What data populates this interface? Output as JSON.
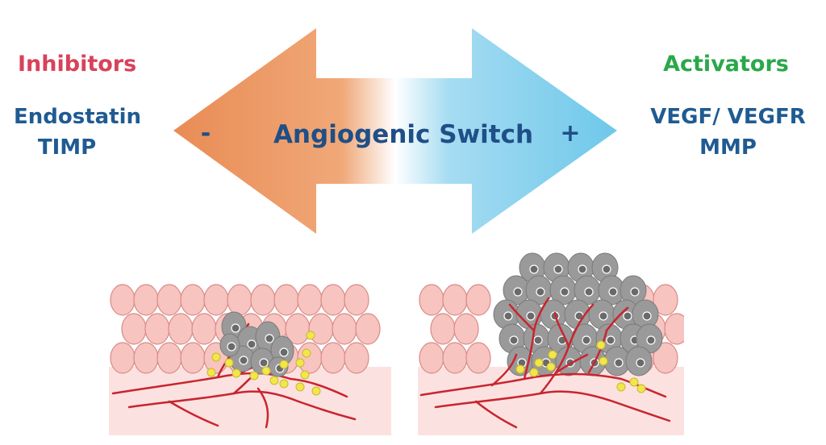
{
  "inhibitors": {
    "title": "Inhibitors",
    "items": [
      "Endostatin",
      "TIMP"
    ],
    "color": "#d8425a"
  },
  "activators": {
    "title": "Activators",
    "items": [
      "VEGF/ VEGFR",
      "MMP"
    ],
    "color": "#2aa84a"
  },
  "switch": {
    "label": "Angiogenic Switch",
    "minus": "-",
    "plus": "+",
    "left_color": "#e98c55",
    "right_color": "#6ec8ea",
    "text_color": "#1f4f86"
  },
  "colors": {
    "item_text": "#1f5b92",
    "cell_fill": "#f7c4c0",
    "cell_stroke": "#d98a86",
    "tissue": "#fbe2e0",
    "vessel": "#c9252f",
    "tumor_cell": "#9a9a9a",
    "nucleus": "#6a6a6a",
    "factor_dot": "#f2e64a"
  }
}
